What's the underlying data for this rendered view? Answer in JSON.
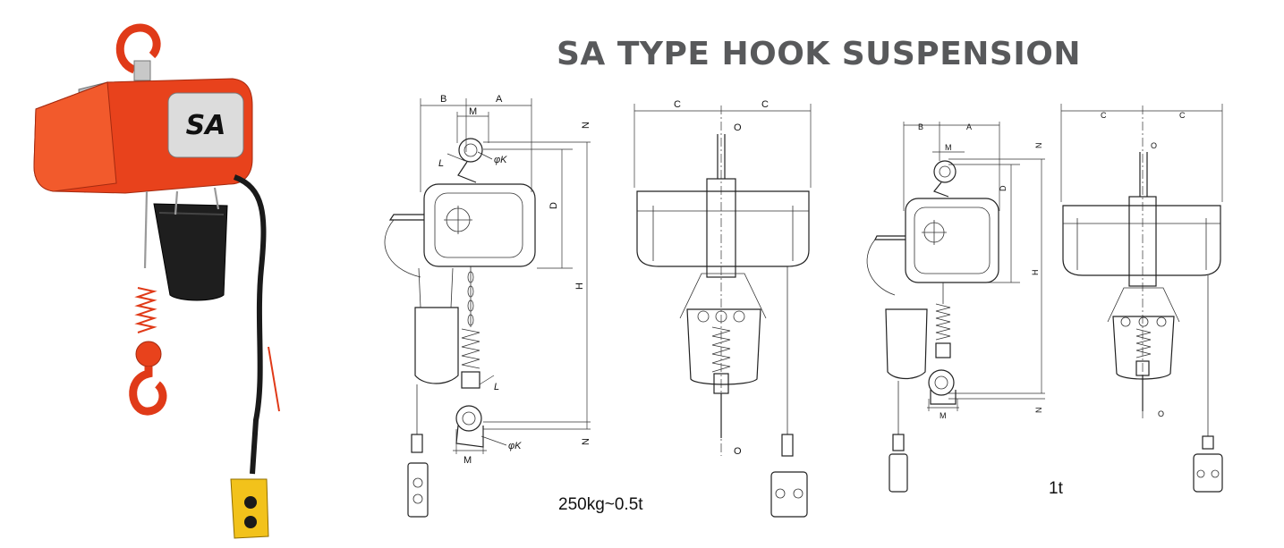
{
  "title": "SA TYPE HOOK SUSPENSION",
  "product_photo": {
    "body_color": "#e8421c",
    "nameplate_text": "SA",
    "pendant_color": "#f2c21b"
  },
  "diagrams": {
    "small": {
      "caption": "250kg~0.5t",
      "side_labels": {
        "b": "B",
        "a": "A",
        "m_top": "M",
        "k_top": "φK",
        "l_top": "L",
        "d": "D",
        "h": "H",
        "n_top": "N",
        "l_bottom": "L",
        "k_bottom": "φK",
        "m_bottom": "M",
        "n_bottom": "N"
      },
      "front_labels": {
        "c_left": "C",
        "c_right": "C",
        "o_top": "O",
        "o_bottom": "O"
      }
    },
    "large": {
      "caption": "1t",
      "side_labels": {
        "b": "B",
        "a": "A",
        "m_top": "M",
        "d": "D",
        "h": "H",
        "n_top": "N",
        "m_bottom": "M",
        "n_bottom": "N"
      },
      "front_labels": {
        "c_left": "C",
        "c_right": "C",
        "o_top": "O",
        "o_bottom": "O"
      }
    }
  }
}
